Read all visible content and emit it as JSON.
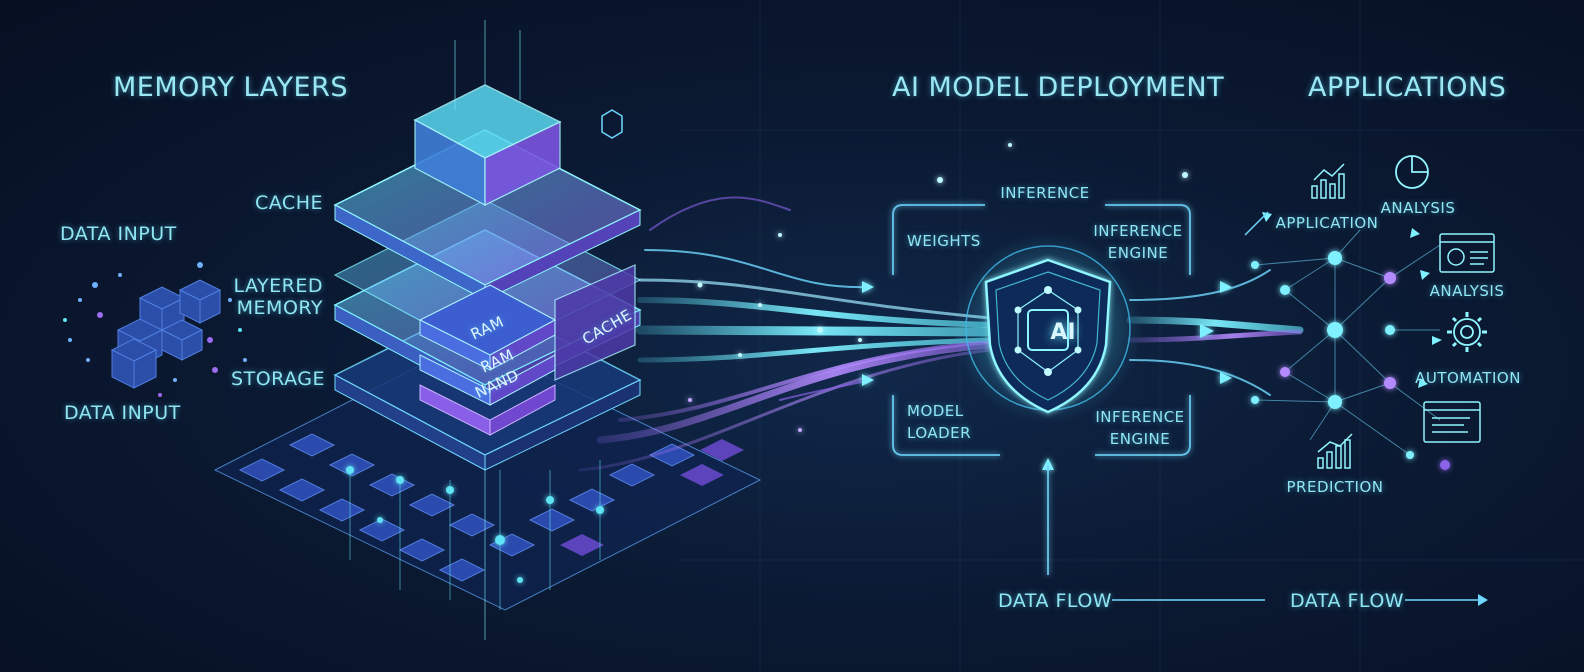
{
  "sections": {
    "memory_layers": "MEMORY LAYERS",
    "ai_model_deployment": "AI MODEL DEPLOYMENT",
    "applications": "APPLICATIONS"
  },
  "data_inputs": [
    "DATA INPUT",
    "DATA INPUT"
  ],
  "memory": {
    "cache": "CACHE",
    "layered_memory": "LAYERED\nMEMORY",
    "storage": "STORAGE",
    "chip_ram": "RAM",
    "chip_ram2": "RAM",
    "chip_nand": "NAND",
    "chip_cache": "CACHE"
  },
  "deployment": {
    "inference": "INFERENCE",
    "weights": "WEIGHTS",
    "inference_engine_top": "INFERENCE\nENGINE",
    "model_loader": "MODEL\nLOADER",
    "inference_engine_bottom": "INFERENCE\nENGINE",
    "core": "AI"
  },
  "applications": {
    "application": "APPLICATION",
    "analysis_top": "ANALYSIS",
    "analysis_mid": "ANALYSIS",
    "automation": "AUTOMATION",
    "prediction": "PREDICTION"
  },
  "footer": {
    "data_flow_left": "DATA FLOW",
    "data_flow_right": "DATA FLOW"
  },
  "colors": {
    "background": "#0b1a33",
    "cyan": "#5fe3f5",
    "violet": "#9b6cf0",
    "blue": "#3e63c8"
  },
  "icons": [
    "cube-icon",
    "shield-icon",
    "neural-network-icon",
    "bar-chart-icon",
    "pie-chart-icon",
    "dashboard-icon",
    "gear-icon",
    "monitor-icon",
    "arrow-icon"
  ]
}
